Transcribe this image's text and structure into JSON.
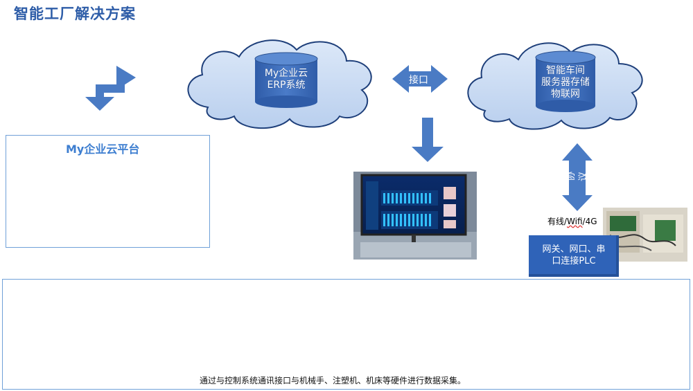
{
  "title": "智能工厂解决方案",
  "cloud_left": {
    "line1": "My企业云",
    "line2": "ERP系统"
  },
  "cloud_right": {
    "line1": "智能车间",
    "line2": "服务器存储",
    "line3": "物联网"
  },
  "interface_label": "接口",
  "protocol_label": "协议",
  "platform_title": "My企业云平台",
  "wired_label_prefix": "有线/",
  "wired_label_wifi": "Wifi",
  "wired_label_suffix": "/4G",
  "gateway_line1": "网关、网口、串",
  "gateway_line2": "口连接PLC",
  "bottom_caption": "通过与控制系统通讯接口与机械手、注塑机、机床等硬件进行数据采集。",
  "colors": {
    "title": "#2E5DA8",
    "arrow": "#4A7BC4",
    "cloud_fill": "#C9DBF3",
    "cylinder": "#3E6CB8",
    "gateway": "#2F63B8"
  },
  "icons": [
    "double-arrow-icon",
    "interface-arrow-icon",
    "down-arrow-icon",
    "protocol-arrow-icon",
    "database-cylinder-icon",
    "cloud-icon"
  ]
}
